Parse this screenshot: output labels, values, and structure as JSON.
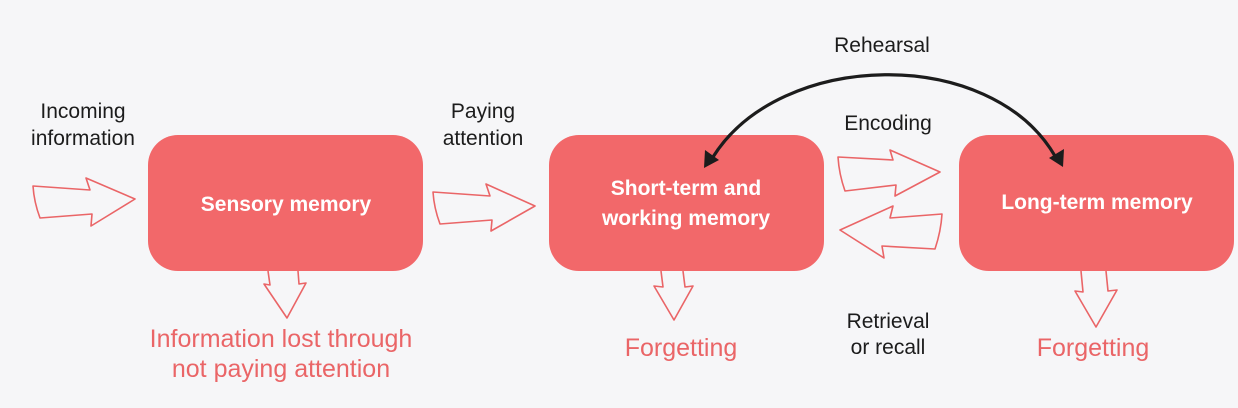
{
  "colors": {
    "background": "#f6f6f8",
    "box_fill": "#f2686a",
    "accent_red": "#ea6567",
    "text_dark": "#1c1c1c",
    "rehearsal_arrow": "#1c1c1c"
  },
  "boxes": {
    "sensory": "Sensory memory",
    "short_term_line1": "Short-term and",
    "short_term_line2": "working memory",
    "long_term": "Long-term memory"
  },
  "labels": {
    "incoming_line1": "Incoming",
    "incoming_line2": "information",
    "paying_line1": "Paying",
    "paying_line2": "attention",
    "rehearsal": "Rehearsal",
    "encoding": "Encoding",
    "retrieval_line1": "Retrieval",
    "retrieval_line2": "or recall"
  },
  "outcomes": {
    "lost_line1": "Information lost through",
    "lost_line2": "not paying attention",
    "forgetting_short_term": "Forgetting",
    "forgetting_long_term": "Forgetting"
  }
}
